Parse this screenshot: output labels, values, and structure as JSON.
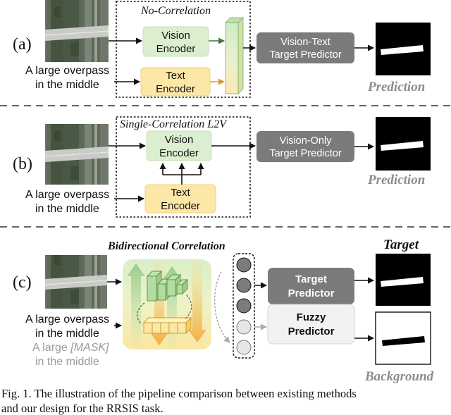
{
  "rows": {
    "a": {
      "label": "(a)",
      "box_title": "No-Correlation",
      "vision_encoder": [
        "Vision",
        "Encoder"
      ],
      "text_encoder": [
        "Text",
        "Encoder"
      ],
      "predictor": [
        "Vision-Text",
        "Target Predictor"
      ],
      "text_query": [
        "A large overpass",
        "in the middle"
      ],
      "output_label": "Prediction"
    },
    "b": {
      "label": "(b)",
      "box_title": "Single-Correlation L2V",
      "vision_encoder": [
        "Vision",
        "Encoder"
      ],
      "text_encoder": [
        "Text",
        "Encoder"
      ],
      "predictor": [
        "Vision-Only",
        "Target Predictor"
      ],
      "text_query": [
        "A large overpass",
        "in the middle"
      ],
      "output_label": "Prediction"
    },
    "c": {
      "label": "(c)",
      "box_title": "Bidirectional Correlation",
      "target_predictor": [
        "Target",
        "Predictor"
      ],
      "fuzzy_predictor": [
        "Fuzzy",
        "Predictor"
      ],
      "text_query": [
        "A large overpass",
        "in the middle"
      ],
      "masked_query": [
        "A large ",
        "[MASK]",
        "in the middle"
      ],
      "target_label": "Target",
      "background_label": "Background"
    }
  },
  "caption": {
    "line1": "Fig. 1.  The illustration of the pipeline comparison between existing methods",
    "line2": "and our design for the RRSIS task."
  },
  "colors": {
    "vision_green": "#dbeed0",
    "vision_green_border": "#9cc48a",
    "text_yellow": "#fde7a6",
    "text_yellow_border": "#e2bf5c",
    "predictor_gray": "#7b7b7b",
    "italic_label_gray": "#8c8c8c",
    "arrow_green": "#3f7a35",
    "arrow_orange": "#d99e2b"
  }
}
